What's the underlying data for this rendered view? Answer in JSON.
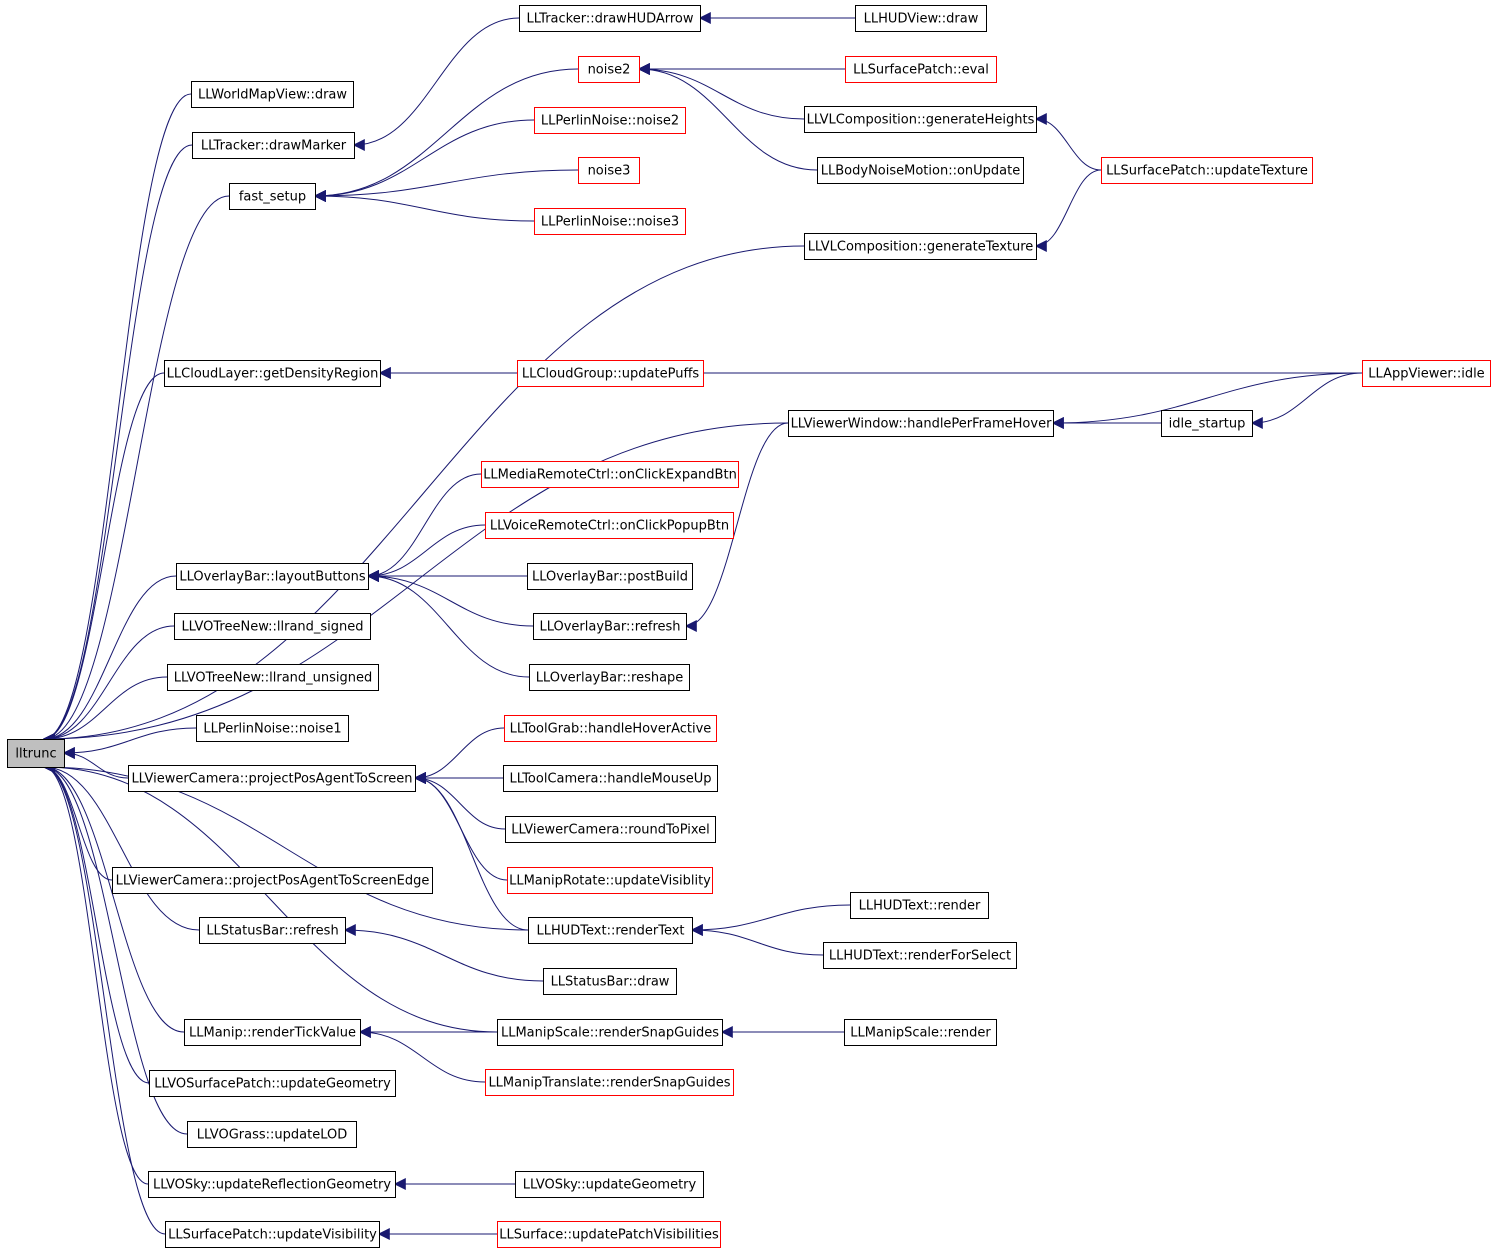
{
  "colors": {
    "edge": "#191970",
    "arrowhead": "#191970",
    "node_border_default": "#000000",
    "node_border_truncated": "#ff0000",
    "root_fill": "#bfbfbf",
    "node_fill": "#ffffff"
  },
  "nodes": [
    {
      "id": "lltrunc",
      "label": "lltrunc",
      "root": true
    },
    {
      "id": "worldmap_draw",
      "label": "LLWorldMapView::draw"
    },
    {
      "id": "tracker_drawMarker",
      "label": "LLTracker::drawMarker"
    },
    {
      "id": "fast_setup",
      "label": "fast_setup"
    },
    {
      "id": "tracker_drawHUDArrow",
      "label": "LLTracker::drawHUDArrow"
    },
    {
      "id": "hudview_draw",
      "label": "LLHUDView::draw"
    },
    {
      "id": "noise2",
      "label": "noise2",
      "truncated": true
    },
    {
      "id": "surfacepatch_eval",
      "label": "LLSurfacePatch::eval",
      "truncated": true
    },
    {
      "id": "perlin_noise2",
      "label": "LLPerlinNoise::noise2",
      "truncated": true
    },
    {
      "id": "noise3",
      "label": "noise3",
      "truncated": true
    },
    {
      "id": "perlin_noise3",
      "label": "LLPerlinNoise::noise3",
      "truncated": true
    },
    {
      "id": "vlcomp_genHeights",
      "label": "LLVLComposition::generateHeights"
    },
    {
      "id": "bodynoise_onUpdate",
      "label": "LLBodyNoiseMotion::onUpdate"
    },
    {
      "id": "surfacepatch_updateTexture",
      "label": "LLSurfacePatch::updateTexture",
      "truncated": true
    },
    {
      "id": "vlcomp_genTexture",
      "label": "LLVLComposition::generateTexture"
    },
    {
      "id": "cloudlayer_getDensity",
      "label": "LLCloudLayer::getDensityRegion"
    },
    {
      "id": "cloudgroup_updatePuffs",
      "label": "LLCloudGroup::updatePuffs",
      "truncated": true
    },
    {
      "id": "appviewer_idle",
      "label": "LLAppViewer::idle",
      "truncated": true
    },
    {
      "id": "viewerwindow_handleHover",
      "label": "LLViewerWindow::handlePerFrameHover"
    },
    {
      "id": "idle_startup",
      "label": "idle_startup"
    },
    {
      "id": "mediaremote_expand",
      "label": "LLMediaRemoteCtrl::onClickExpandBtn",
      "truncated": true
    },
    {
      "id": "voiceremote_popup",
      "label": "LLVoiceRemoteCtrl::onClickPopupBtn",
      "truncated": true
    },
    {
      "id": "overlaybar_layout",
      "label": "LLOverlayBar::layoutButtons"
    },
    {
      "id": "overlaybar_postBuild",
      "label": "LLOverlayBar::postBuild"
    },
    {
      "id": "overlaybar_refresh",
      "label": "LLOverlayBar::refresh"
    },
    {
      "id": "overlaybar_reshape",
      "label": "LLOverlayBar::reshape"
    },
    {
      "id": "votree_signed",
      "label": "LLVOTreeNew::llrand_signed"
    },
    {
      "id": "votree_unsigned",
      "label": "LLVOTreeNew::llrand_unsigned"
    },
    {
      "id": "perlin_noise1",
      "label": "LLPerlinNoise::noise1"
    },
    {
      "id": "viewercam_project",
      "label": "LLViewerCamera::projectPosAgentToScreen"
    },
    {
      "id": "toolgrab_hover",
      "label": "LLToolGrab::handleHoverActive",
      "truncated": true
    },
    {
      "id": "toolcamera_mouseup",
      "label": "LLToolCamera::handleMouseUp"
    },
    {
      "id": "viewercam_roundToPixel",
      "label": "LLViewerCamera::roundToPixel"
    },
    {
      "id": "maniprotate_vis",
      "label": "LLManipRotate::updateVisiblity",
      "truncated": true
    },
    {
      "id": "viewercam_projectEdge",
      "label": "LLViewerCamera::projectPosAgentToScreenEdge"
    },
    {
      "id": "hudtext_renderText",
      "label": "LLHUDText::renderText"
    },
    {
      "id": "hudtext_render",
      "label": "LLHUDText::render"
    },
    {
      "id": "hudtext_renderSelect",
      "label": "LLHUDText::renderForSelect"
    },
    {
      "id": "statusbar_refresh",
      "label": "LLStatusBar::refresh"
    },
    {
      "id": "statusbar_draw",
      "label": "LLStatusBar::draw"
    },
    {
      "id": "manip_renderTick",
      "label": "LLManip::renderTickValue"
    },
    {
      "id": "manipscale_snap",
      "label": "LLManipScale::renderSnapGuides"
    },
    {
      "id": "manipscale_render",
      "label": "LLManipScale::render"
    },
    {
      "id": "maniptranslate_snap",
      "label": "LLManipTranslate::renderSnapGuides",
      "truncated": true
    },
    {
      "id": "vosurface_updateGeom",
      "label": "LLVOSurfacePatch::updateGeometry"
    },
    {
      "id": "vograss_updateLOD",
      "label": "LLVOGrass::updateLOD"
    },
    {
      "id": "vosky_updateRefl",
      "label": "LLVOSky::updateReflectionGeometry"
    },
    {
      "id": "vosky_updateGeom",
      "label": "LLVOSky::updateGeometry"
    },
    {
      "id": "surfacepatch_updateVis",
      "label": "LLSurfacePatch::updateVisibility"
    },
    {
      "id": "surface_updatePatchVis",
      "label": "LLSurface::updatePatchVisibilities",
      "truncated": true
    }
  ],
  "edges": [
    [
      "worldmap_draw",
      "lltrunc"
    ],
    [
      "tracker_drawMarker",
      "lltrunc"
    ],
    [
      "fast_setup",
      "lltrunc"
    ],
    [
      "vlcomp_genTexture",
      "lltrunc"
    ],
    [
      "cloudlayer_getDensity",
      "lltrunc"
    ],
    [
      "viewerwindow_handleHover",
      "lltrunc"
    ],
    [
      "overlaybar_layout",
      "lltrunc"
    ],
    [
      "votree_signed",
      "lltrunc"
    ],
    [
      "votree_unsigned",
      "lltrunc"
    ],
    [
      "perlin_noise1",
      "lltrunc"
    ],
    [
      "viewercam_project",
      "lltrunc"
    ],
    [
      "hudtext_renderText",
      "lltrunc"
    ],
    [
      "viewercam_projectEdge",
      "lltrunc"
    ],
    [
      "statusbar_refresh",
      "lltrunc"
    ],
    [
      "manipscale_snap",
      "lltrunc"
    ],
    [
      "manip_renderTick",
      "lltrunc"
    ],
    [
      "vosurface_updateGeom",
      "lltrunc"
    ],
    [
      "vograss_updateLOD",
      "lltrunc"
    ],
    [
      "vosky_updateRefl",
      "lltrunc"
    ],
    [
      "surfacepatch_updateVis",
      "lltrunc"
    ],
    [
      "tracker_drawHUDArrow",
      "tracker_drawMarker"
    ],
    [
      "hudview_draw",
      "tracker_drawHUDArrow"
    ],
    [
      "noise2",
      "fast_setup"
    ],
    [
      "perlin_noise2",
      "fast_setup"
    ],
    [
      "noise3",
      "fast_setup"
    ],
    [
      "perlin_noise3",
      "fast_setup"
    ],
    [
      "surfacepatch_eval",
      "noise2"
    ],
    [
      "vlcomp_genHeights",
      "noise2"
    ],
    [
      "bodynoise_onUpdate",
      "noise2"
    ],
    [
      "surfacepatch_updateTexture",
      "vlcomp_genHeights"
    ],
    [
      "surfacepatch_updateTexture",
      "vlcomp_genTexture"
    ],
    [
      "cloudgroup_updatePuffs",
      "cloudlayer_getDensity"
    ],
    [
      "appviewer_idle",
      "cloudlayer_getDensity"
    ],
    [
      "appviewer_idle",
      "viewerwindow_handleHover"
    ],
    [
      "appviewer_idle",
      "idle_startup"
    ],
    [
      "idle_startup",
      "viewerwindow_handleHover"
    ],
    [
      "mediaremote_expand",
      "overlaybar_layout"
    ],
    [
      "voiceremote_popup",
      "overlaybar_layout"
    ],
    [
      "overlaybar_postBuild",
      "overlaybar_layout"
    ],
    [
      "overlaybar_refresh",
      "overlaybar_layout"
    ],
    [
      "overlaybar_reshape",
      "overlaybar_layout"
    ],
    [
      "viewerwindow_handleHover",
      "overlaybar_refresh"
    ],
    [
      "toolgrab_hover",
      "viewercam_project"
    ],
    [
      "toolcamera_mouseup",
      "viewercam_project"
    ],
    [
      "viewercam_roundToPixel",
      "viewercam_project"
    ],
    [
      "maniprotate_vis",
      "viewercam_project"
    ],
    [
      "hudtext_renderText",
      "viewercam_project"
    ],
    [
      "hudtext_render",
      "hudtext_renderText"
    ],
    [
      "hudtext_renderSelect",
      "hudtext_renderText"
    ],
    [
      "statusbar_draw",
      "statusbar_refresh"
    ],
    [
      "manipscale_snap",
      "manip_renderTick"
    ],
    [
      "maniptranslate_snap",
      "manip_renderTick"
    ],
    [
      "manipscale_render",
      "manipscale_snap"
    ],
    [
      "vosky_updateGeom",
      "vosky_updateRefl"
    ],
    [
      "surface_updatePatchVis",
      "surfacepatch_updateVis"
    ]
  ]
}
